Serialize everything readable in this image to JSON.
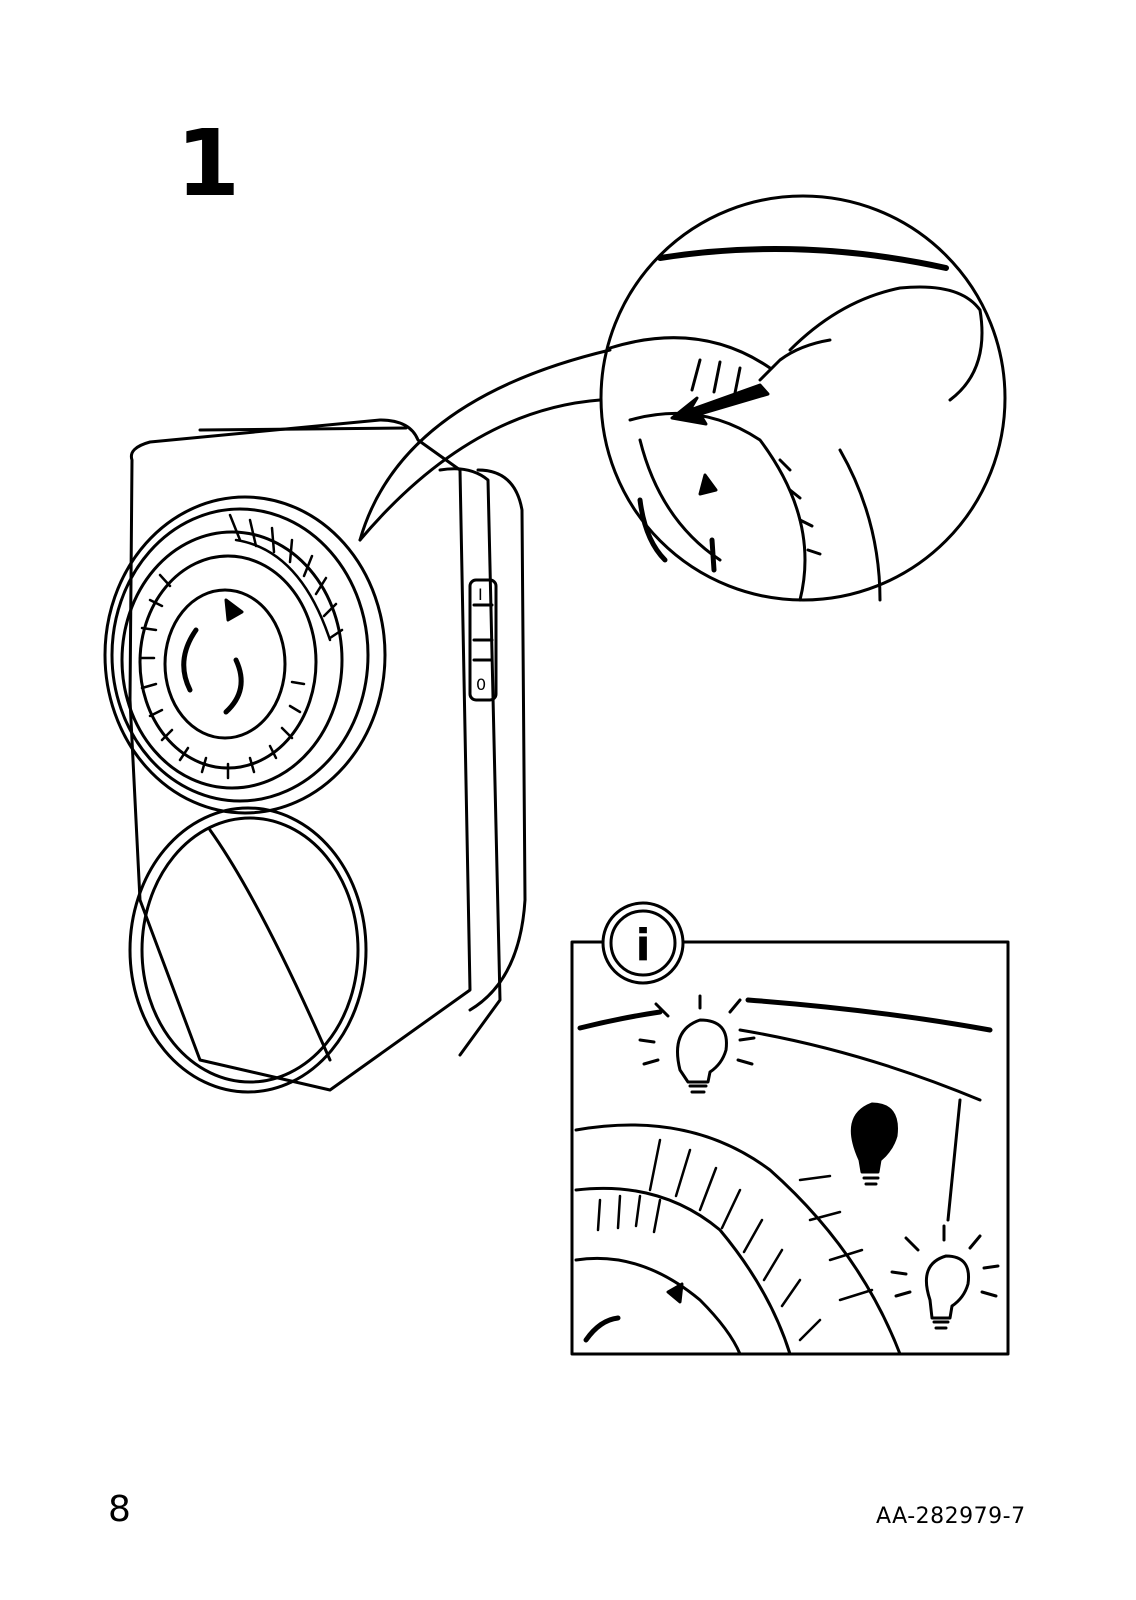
{
  "step": {
    "number": "1"
  },
  "info_box": {
    "icon_label": "i",
    "icon": "info-icon"
  },
  "timer": {
    "switch_labels": [
      "I",
      "0"
    ]
  },
  "footer": {
    "page_number": "8",
    "doc_code": "AA-282979-7"
  }
}
